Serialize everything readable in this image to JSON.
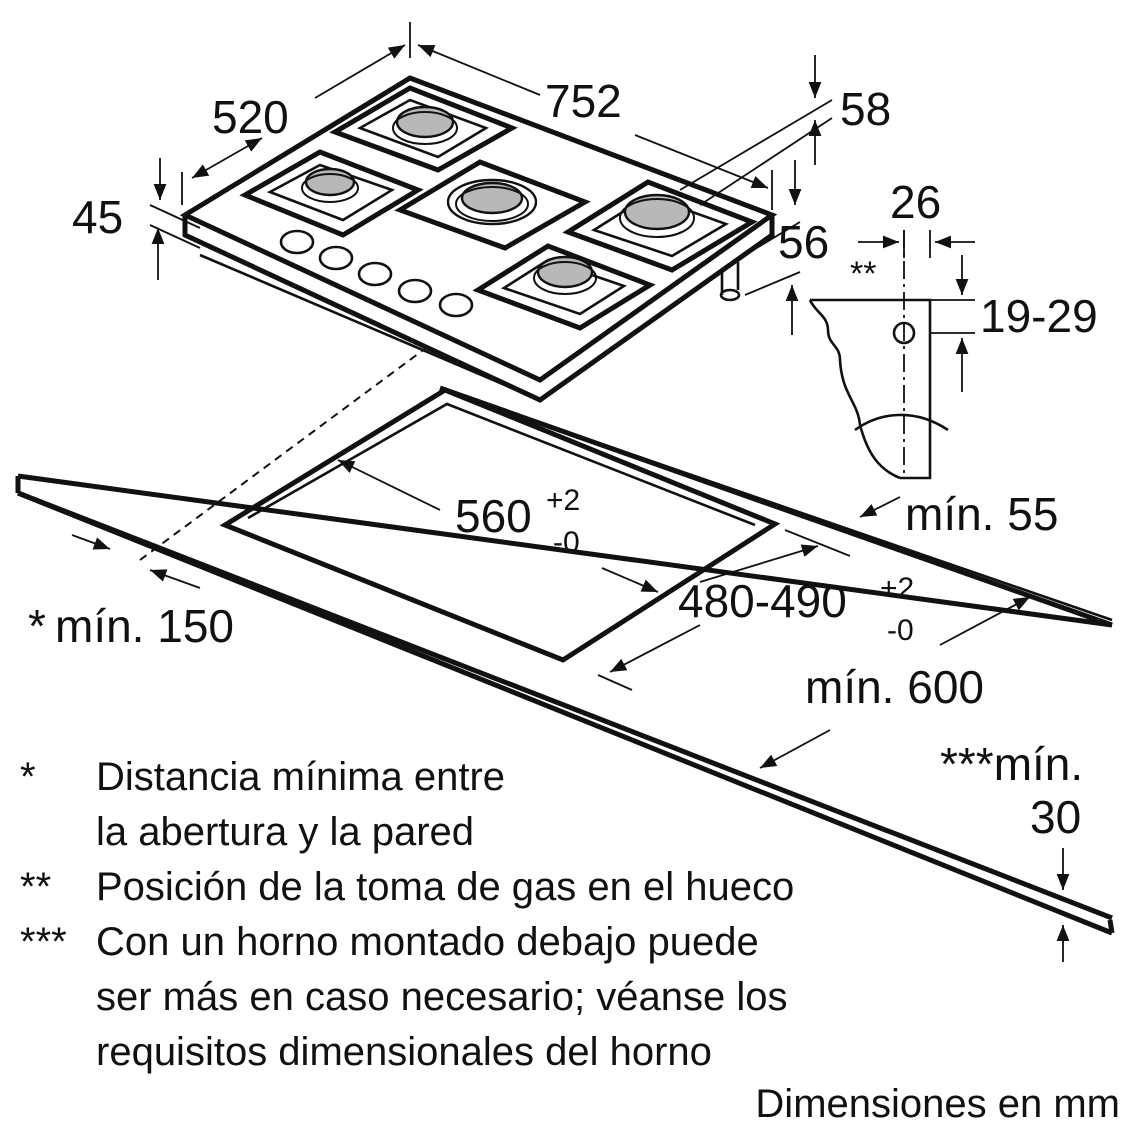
{
  "dimensions": {
    "width_total": "752",
    "depth_total": "520",
    "height_body": "45",
    "height_top": "58",
    "height_connector": "56",
    "connector_offset": "26",
    "connector_height_range": "19-29",
    "cutout_width": "560",
    "cutout_width_tol_plus": "+2",
    "cutout_width_tol_minus": "-0",
    "cutout_depth": "480-490",
    "cutout_depth_tol_plus": "+2",
    "cutout_depth_tol_minus": "-0",
    "min_rear": "mín. 55",
    "min_side": "mín. 150",
    "min_side_mark": "*",
    "min_front": "mín. 600",
    "min_below_mark": "***mín.",
    "min_below_value": "30",
    "gas_marker": "**"
  },
  "notes": [
    {
      "mark": "*",
      "lines": [
        "Distancia mínima entre",
        "la abertura y la pared"
      ]
    },
    {
      "mark": "**",
      "lines": [
        "Posición de la toma de gas en el hueco"
      ]
    },
    {
      "mark": "***",
      "lines": [
        "Con un horno montado debajo puede",
        "ser más en caso necesario; véanse los",
        "requisitos dimensionales del horno"
      ]
    }
  ],
  "footer": "Dimensiones en mm"
}
